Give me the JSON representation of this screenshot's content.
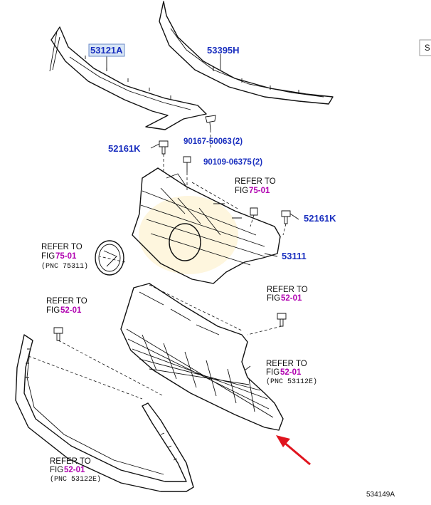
{
  "parts": {
    "molding_upper_left": "53121A",
    "molding_upper_right": "53395H",
    "clip_top": "90167-50063",
    "clip_top_qty": "(2)",
    "screw": "90109-06375",
    "screw_qty": "(2)",
    "clip_left": "52161K",
    "clip_right": "52161K",
    "radiator_grille": "53111"
  },
  "refs": {
    "emblem": {
      "line1": "REFER TO",
      "fig_prefix": "FIG",
      "fig": "75-01",
      "pnc": "(PNC 75311)"
    },
    "upper_right": {
      "line1": "REFER TO",
      "fig_prefix": "FIG",
      "fig": "75-01"
    },
    "lower_clip": {
      "line1": "REFER TO",
      "fig_prefix": "FIG",
      "fig": "52-01"
    },
    "lower_left_clip": {
      "line1": "REFER TO",
      "fig_prefix": "FIG",
      "fig": "52-01"
    },
    "lower_grille": {
      "line1": "REFER TO",
      "fig_prefix": "FIG",
      "fig": "52-01",
      "pnc": "(PNC 53112E)"
    },
    "bottom_molding": {
      "line1": "REFER TO",
      "fig_prefix": "FIG",
      "fig": "52-01",
      "pnc": "(PNC 53122E)"
    }
  },
  "sheet_number": "534149A",
  "corner_tab": "S",
  "colors": {
    "part_number": "#1a2fbf",
    "figure_ref": "#b000b0",
    "arrow": "#e0141e",
    "highlight": "#fdf0c8"
  }
}
